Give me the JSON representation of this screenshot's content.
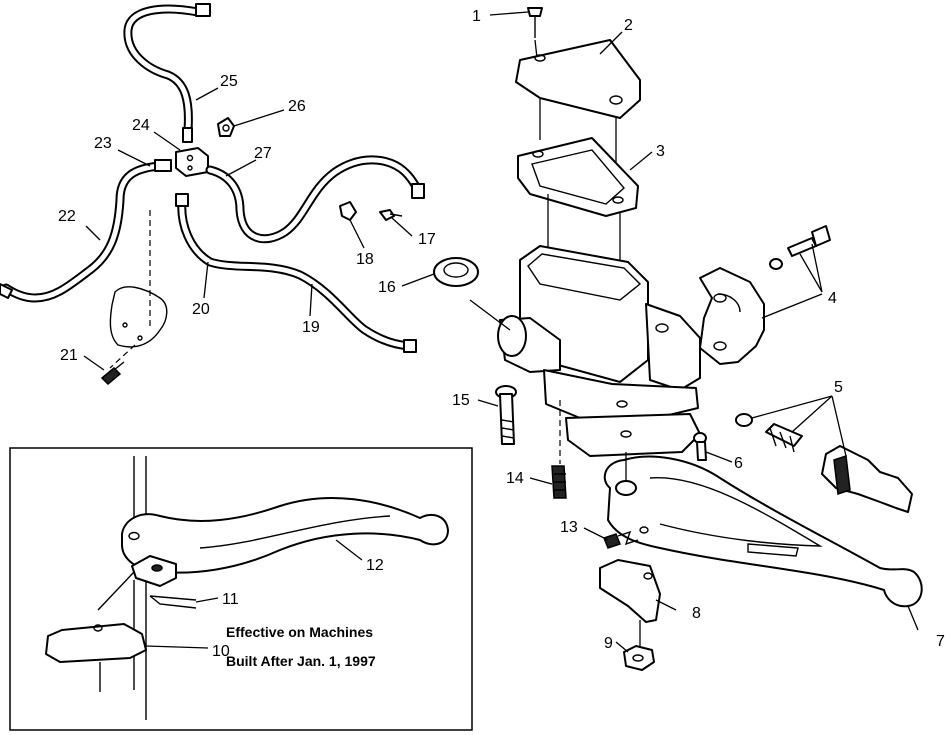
{
  "callouts": {
    "c1": "1",
    "c2": "2",
    "c3": "3",
    "c4": "4",
    "c5": "5",
    "c6": "6",
    "c7": "7",
    "c8": "8",
    "c9": "9",
    "c10": "10",
    "c11": "11",
    "c12": "12",
    "c13": "13",
    "c14": "14",
    "c15": "15",
    "c16": "16",
    "c17": "17",
    "c18": "18",
    "c19": "19",
    "c20": "20",
    "c21": "21",
    "c22": "22",
    "c23": "23",
    "c24": "24",
    "c25": "25",
    "c26": "26",
    "c27": "27"
  },
  "inset_note": {
    "line1": "Effective on Machines",
    "line2": "Built After Jan. 1, 1997"
  }
}
